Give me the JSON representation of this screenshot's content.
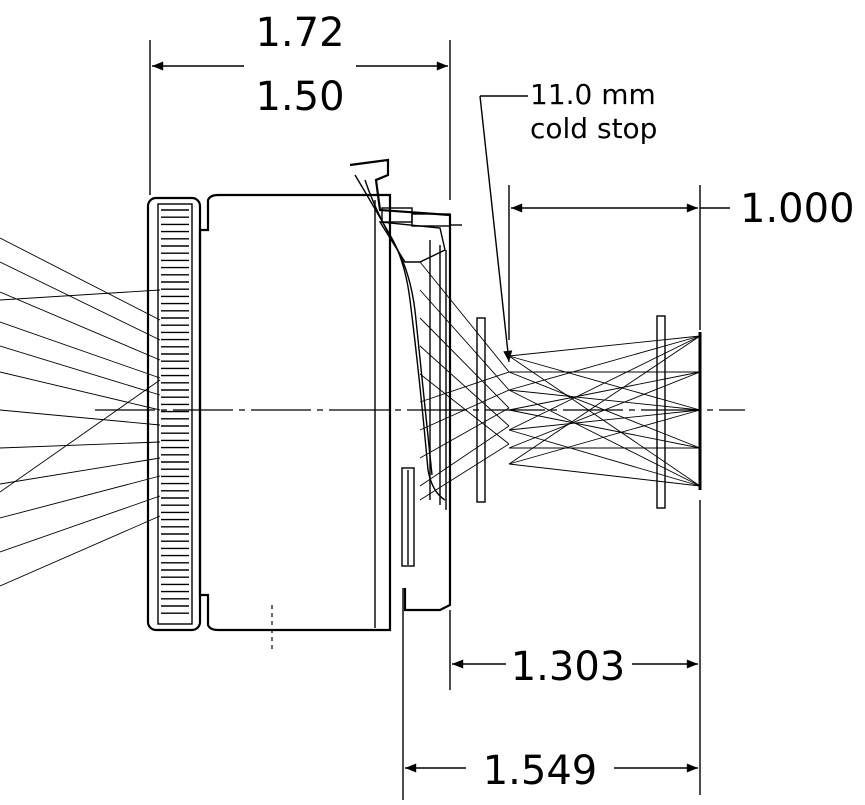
{
  "labels": {
    "dim_overall": "1.72",
    "dim_body": "1.50",
    "cold_stop_line1": "11.0 mm",
    "cold_stop_line2": "cold stop",
    "dim_stop_to_focal": "1.000",
    "dim_flange_to_focal": "1.303",
    "dim_back_to_focal": "1.549"
  }
}
